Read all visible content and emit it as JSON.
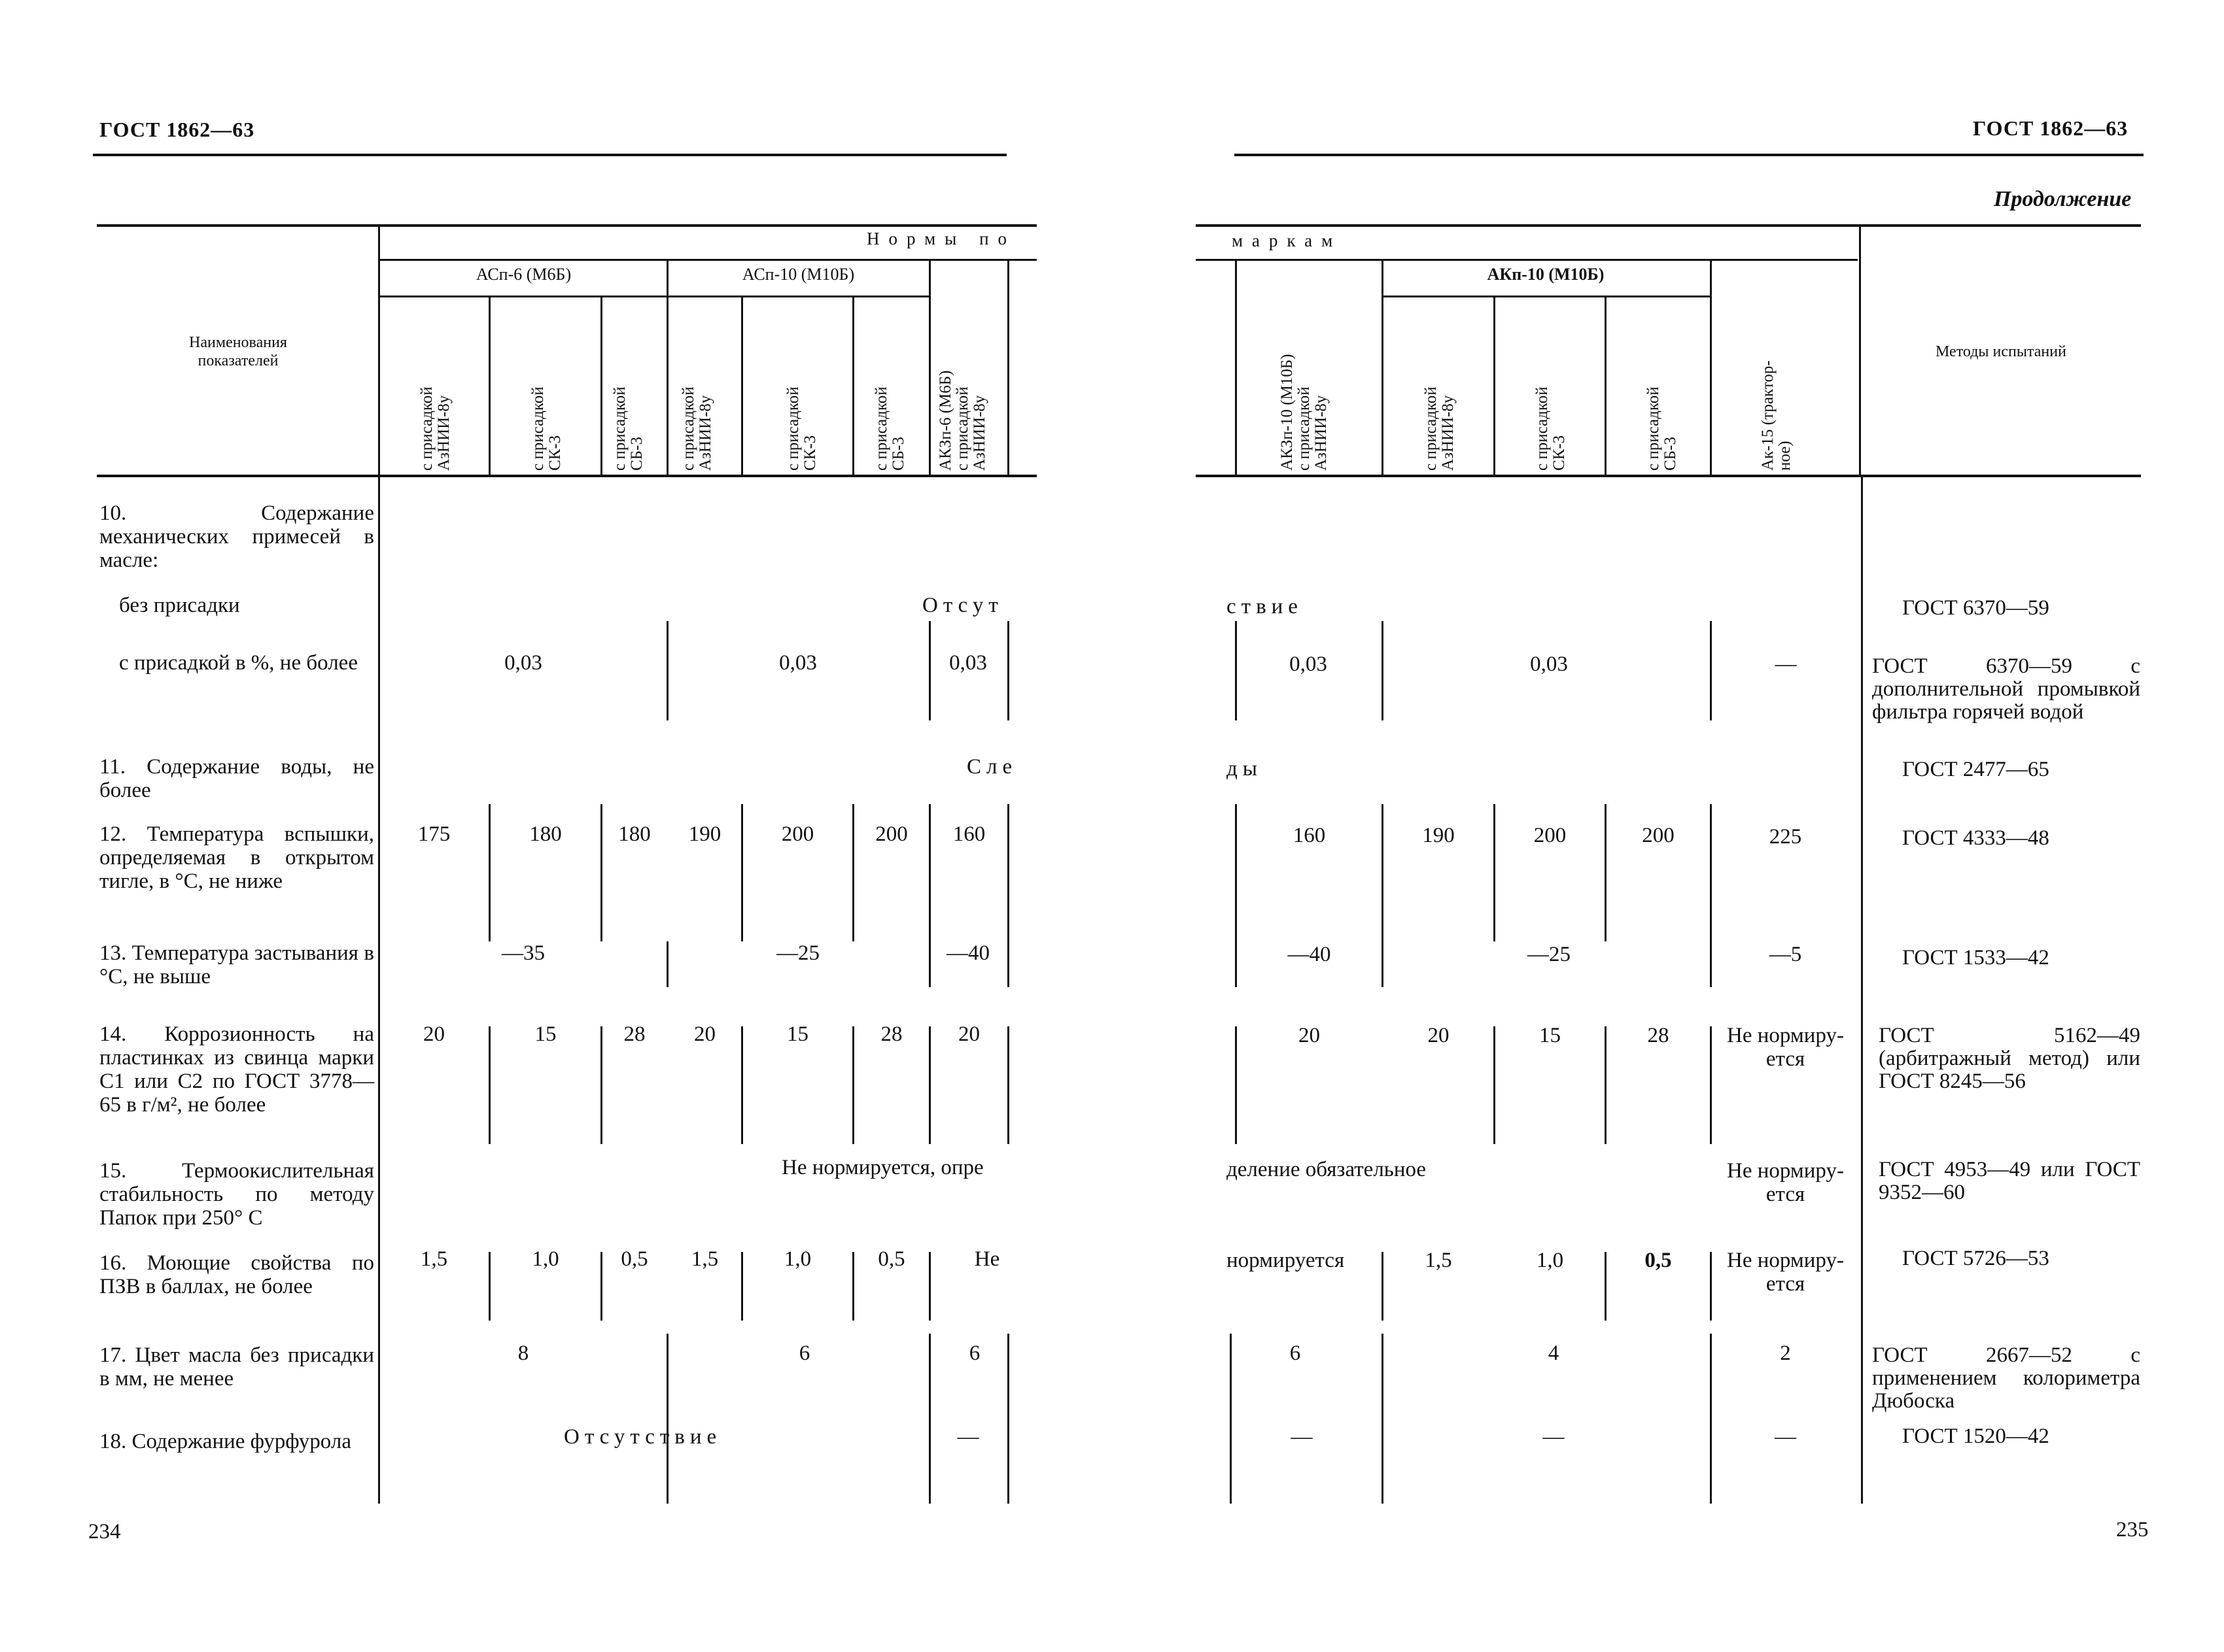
{
  "page_left": {
    "header": "ГОСТ 1862—63",
    "page_number": "234",
    "spread_norms": "Нормы по",
    "group_asp6": "АСп-6 (М6Б)",
    "group_asp10": "АСп-10 (М10Б)",
    "col_names": "Наименования\nпоказателей",
    "subcols": [
      "с присадкой\nАзНИИ-8у",
      "с присадкой\nСК-3",
      "с присадкой\nСБ-3",
      "с присадкой\nАзНИИ-8у",
      "с присадкой\nСК-3",
      "с присадкой\nСБ-3",
      "АКЗп-6 (М6Б)\nс присадкой\nАзНИИ-8у"
    ]
  },
  "page_right": {
    "header": "ГОСТ 1862—63",
    "page_number": "235",
    "continuation": "Продолжение",
    "spread_marks": "маркам",
    "group_akp10": "АКп-10 (М10Б)",
    "col_methods": "Методы испытаний",
    "subcols": [
      "АКЗп-10 (М10Б)\nс присадкой\nАзНИИ-8у",
      "с присадкой\nАзНИИ-8у",
      "с присадкой\nСК-3",
      "с присадкой\nСБ-3",
      "Ак-15 (трактор-\nное)"
    ]
  },
  "rows": {
    "r10_title": "10. Содержание механических примесей в масле:",
    "r10a_label": "без присадки",
    "r10a_span_left": "Отсут",
    "r10a_span_right": "ствие",
    "r10a_method": "ГОСТ 6370—59",
    "r10b_label": "с присадкой в %, не более",
    "r10b_v1": "0,03",
    "r10b_v2": "0,03",
    "r10b_v3": "0,03",
    "r10b_v4": "0,03",
    "r10b_v5": "0,03",
    "r10b_v6": "—",
    "r10b_method": "ГОСТ 6370—59 с дополнительной промывкой фильтра горячей водой",
    "r11_label": "11. Содержание воды, не более",
    "r11_span_left": "Сле",
    "r11_span_right": "ды",
    "r11_method": "ГОСТ 2477—65",
    "r12_label": "12. Температура вспышки, определяемая в открытом тигле, в °С, не ниже",
    "r12_values": [
      "175",
      "180",
      "180",
      "190",
      "200",
      "200",
      "160",
      "160",
      "190",
      "200",
      "200",
      "225"
    ],
    "r12_method": "ГОСТ 4333—48",
    "r13_label": "13. Температура застывания в °С, не выше",
    "r13_values": [
      "—35",
      "—25",
      "—40",
      "—40",
      "—25",
      "—5"
    ],
    "r13_method": "ГОСТ 1533—42",
    "r14_label": "14. Коррозионность на пластинках из свинца марки С1 или С2 по ГОСТ 3778—65 в г/м², не более",
    "r14_values": [
      "20",
      "15",
      "28",
      "20",
      "15",
      "28",
      "20",
      "20",
      "20",
      "15",
      "28"
    ],
    "r14_note": "Не нормиру-\nется",
    "r14_method": "ГОСТ 5162—49 (арбитражный метод) или ГОСТ 8245—56",
    "r15_label": "15. Термоокислительная стабильность по методу Папок при 250° С",
    "r15_span_left": "Не нормируется, опре",
    "r15_span_right": "деление обязательное",
    "r15_note": "Не нормиру-\nется",
    "r15_method": "ГОСТ 4953—49 или ГОСТ 9352—60",
    "r16_label": "16. Моющие свойства по ПЗВ в баллах, не более",
    "r16_values": [
      "1,5",
      "1,0",
      "0,5",
      "1,5",
      "1,0",
      "0,5",
      "1,5",
      "1,0",
      "0,5"
    ],
    "r16_span_left": "Не",
    "r16_span_right": "нормируется",
    "r16_note": "Не нормиру-\nется",
    "r16_method": "ГОСТ 5726—53",
    "r17_label": "17. Цвет масла без присадки в мм, не менее",
    "r17_values": [
      "8",
      "6",
      "6",
      "6",
      "4",
      "2"
    ],
    "r17_method": "ГОСТ 2667—52 с применением колориметра Дюбоска",
    "r18_label": "18. Содержание фурфурола",
    "r18_span": "Отсутствие",
    "r18_dashes": [
      "—",
      "—",
      "—",
      "—"
    ],
    "r18_method": "ГОСТ 1520—42"
  }
}
